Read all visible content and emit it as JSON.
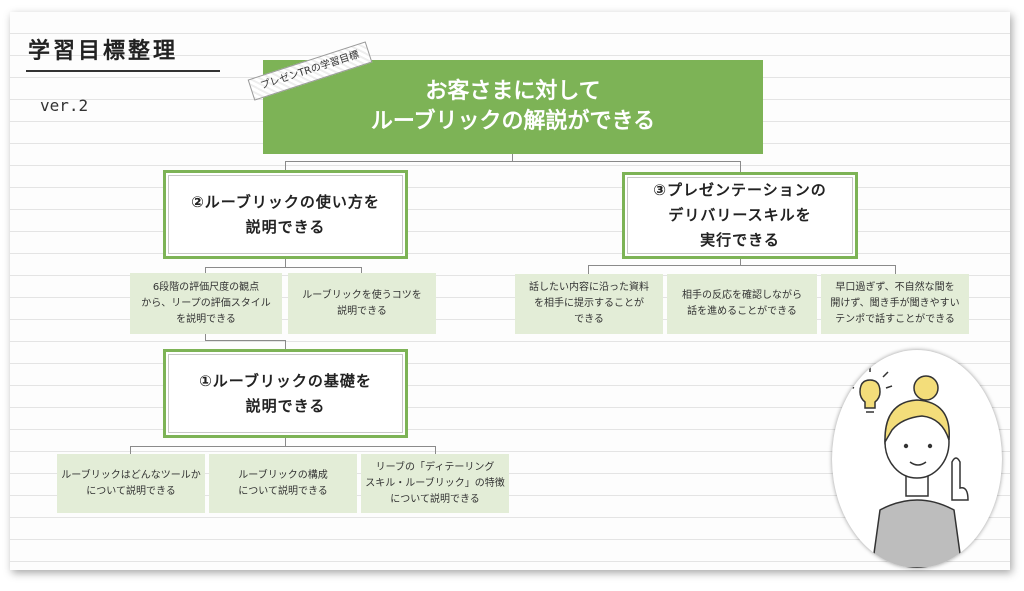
{
  "page": {
    "title": "学習目標整理",
    "version": "ver.2"
  },
  "tag": "プレゼンTRの学習目標",
  "goal": {
    "line1": "お客さまに対して",
    "line2": "ルーブリックの解説ができる"
  },
  "sub2": {
    "line1": "②ルーブリックの使い方を",
    "line2": "説明できる",
    "leaves": [
      [
        "6段階の評価尺度の観点",
        "から、リープの評価スタイル",
        "を説明できる"
      ],
      [
        "ルーブリックを使うコツを",
        "説明できる"
      ]
    ]
  },
  "sub1": {
    "line1": "①ルーブリックの基礎を",
    "line2": "説明できる",
    "leaves": [
      [
        "ルーブリックはどんなツールか",
        "について説明できる"
      ],
      [
        "ルーブリックの構成",
        "について説明できる"
      ],
      [
        "リーブの「ディテーリング",
        "スキル・ルーブリック」の特徴",
        "について説明できる"
      ]
    ]
  },
  "sub3": {
    "line1": "③プレゼンテーションの",
    "line2": "デリバリースキルを",
    "line3": "実行できる",
    "leaves": [
      [
        "話したい内容に沿った資料",
        "を相手に提示することが",
        "できる"
      ],
      [
        "相手の反応を確認しながら",
        "話を進めることができる"
      ],
      [
        "早口過ぎず、不自然な間を",
        "開けず、聞き手が聞きやすい",
        "テンポで話すことができる"
      ]
    ]
  },
  "colors": {
    "accent": "#7db356",
    "leaf": "#e3edd7"
  },
  "icons": [
    "lightbulb-icon",
    "person-illustration"
  ]
}
